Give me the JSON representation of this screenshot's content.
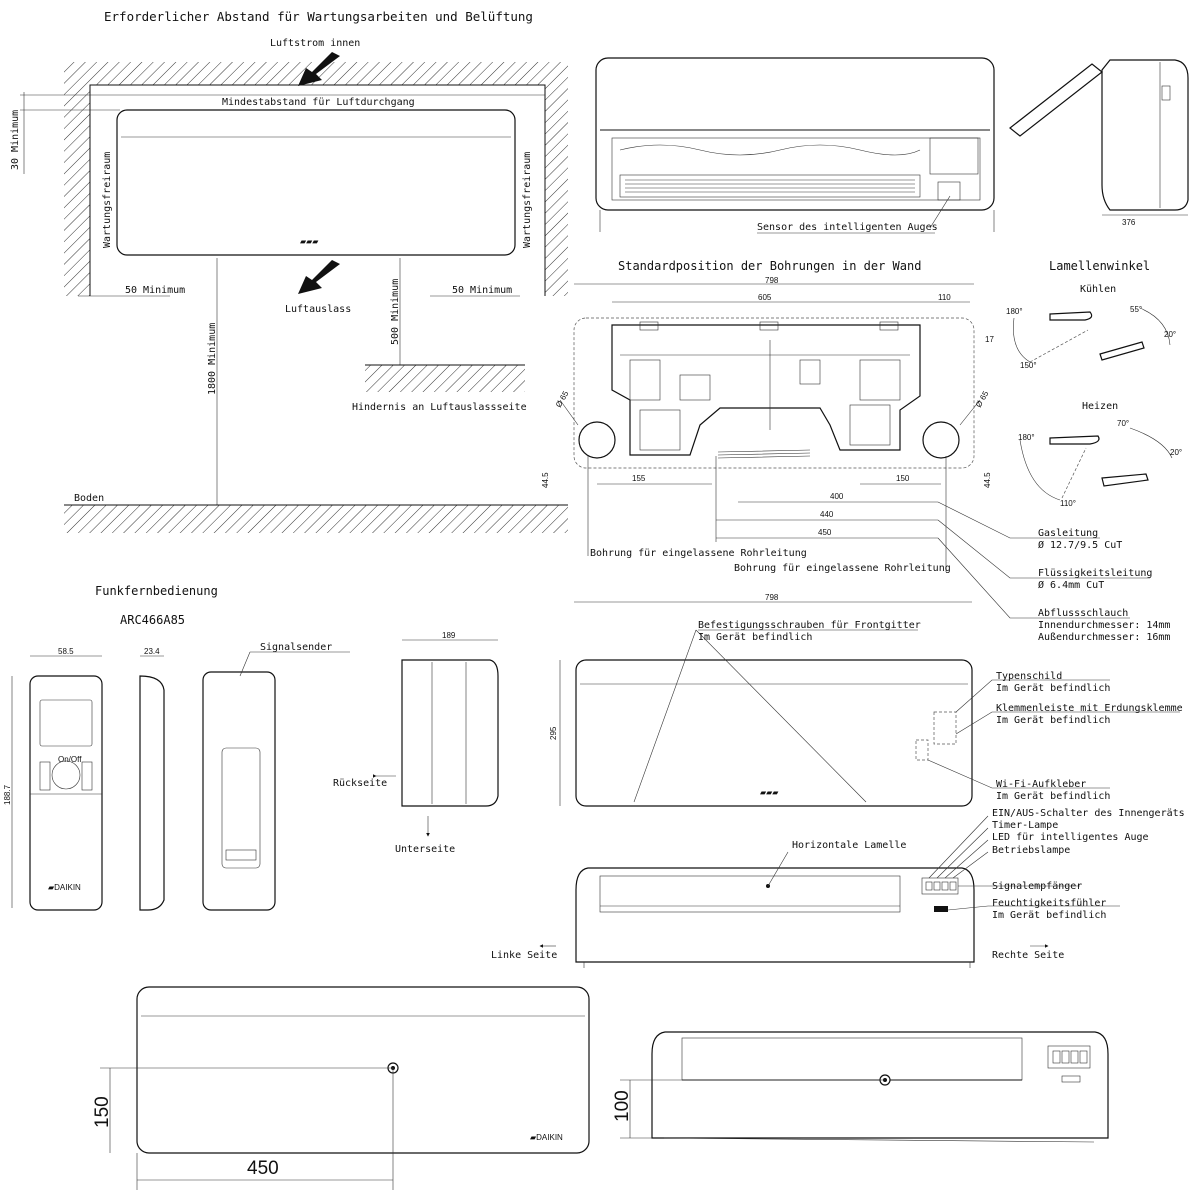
{
  "clearance": {
    "title": "Erforderlicher Abstand für Wartungsarbeiten und Belüftung",
    "airflow_in": "Luftstrom innen",
    "min_air_passage": "Mindestabstand für Luftdurchgang",
    "top_min": "30 Minimum",
    "service_space_left": "Wartungsfreiraum",
    "service_space_right": "Wartungsfreiraum",
    "left_min": "50 Minimum",
    "right_min": "50 Minimum",
    "air_outlet": "Luftauslass",
    "front_min": "500 Minimum",
    "floor_min": "1800 Minimum",
    "obstacle": "Hindernis an Luftauslassseite",
    "floor": "Boden"
  },
  "side_view": {
    "sensor_label": "Sensor des intelligenten Auges",
    "depth": "376"
  },
  "wall_holes": {
    "title": "Standardposition der Bohrungen in der Wand",
    "width_total": "798",
    "dim_605": "605",
    "dim_110": "110",
    "dim_17": "17",
    "hole_left": "Ø 65",
    "hole_right": "Ø 65",
    "dim_155": "155",
    "dim_150": "150",
    "dim_44_left": "44.5",
    "dim_44_right": "44.5",
    "dim_400": "400",
    "dim_440": "440",
    "dim_450": "450",
    "pipe_hole_1": "Bohrung für eingelassene Rohrleitung",
    "pipe_hole_2": "Bohrung für eingelassene Rohrleitung"
  },
  "louver": {
    "title": "Lamellenwinkel",
    "cooling": "Kühlen",
    "cool_180": "180°",
    "cool_55": "55°",
    "cool_20": "20°",
    "cool_150": "150°",
    "heating": "Heizen",
    "heat_180": "180°",
    "heat_70": "70°",
    "heat_20": "20°",
    "heat_110": "110°"
  },
  "pipes": {
    "gas": "Gasleitung",
    "gas_size": "Ø 12.7/9.5 CuT",
    "liquid": "Flüssigkeitsleitung",
    "liquid_size": "Ø 6.4mm CuT",
    "drain": "Abflussschlauch",
    "drain_inner": "Innendurchmesser: 14mm",
    "drain_outer": "Außendurchmesser: 16mm"
  },
  "remote": {
    "title": "Funkfernbedienung",
    "model": "ARC466A85",
    "width": "58.5",
    "thickness": "23.4",
    "height": "188.7",
    "signal_sender": "Signalsender",
    "onoff": "On/Off"
  },
  "side_small": {
    "depth": "189",
    "rear": "Rückseite",
    "bottom": "Unterseite"
  },
  "front": {
    "width": "798",
    "height": "295",
    "screws": "Befestigungsschrauben für Frontgitter",
    "screws_inside": "Im Gerät befindlich",
    "type_plate": "Typenschild",
    "type_plate_inside": "Im Gerät befindlich",
    "terminal": "Klemmenleiste mit Erdungsklemme",
    "terminal_inside": "Im Gerät befindlich",
    "wifi": "Wi-Fi-Aufkleber",
    "wifi_inside": "Im Gerät befindlich"
  },
  "bottom_view": {
    "onoff_switch": "EIN/AUS-Schalter des Innengeräts",
    "timer_lamp": "Timer-Lampe",
    "led_eye": "LED für intelligentes Auge",
    "op_lamp": "Betriebslampe",
    "louver": "Horizontale Lamelle",
    "receiver": "Signalempfänger",
    "humidity": "Feuchtigkeitsfühler",
    "humidity_inside": "Im Gerät befindlich",
    "left_side": "Linke Seite",
    "right_side": "Rechte Seite"
  },
  "bottom_row": {
    "dim_150": "150",
    "dim_450": "450",
    "dim_100": "100"
  },
  "colors": {
    "line": "#111111",
    "paper": "#ffffff"
  }
}
